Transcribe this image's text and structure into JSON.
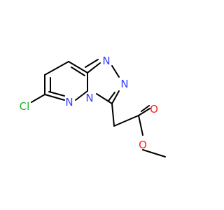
{
  "molecule": {
    "atoms": {
      "cl": {
        "symbol": "Cl",
        "color": "#21b421"
      },
      "n_pyridazine": {
        "symbol": "N",
        "color": "#3040ff"
      },
      "n_bridge": {
        "symbol": "N",
        "color": "#3040ff"
      },
      "n_triazole_top": {
        "symbol": "N",
        "color": "#3040ff"
      },
      "n_triazole_right": {
        "symbol": "N",
        "color": "#3040ff"
      },
      "o_carbonyl": {
        "symbol": "O",
        "color": "#ff2020"
      },
      "o_ester": {
        "symbol": "O",
        "color": "#ff2020"
      }
    },
    "bond_color": "#000000"
  }
}
